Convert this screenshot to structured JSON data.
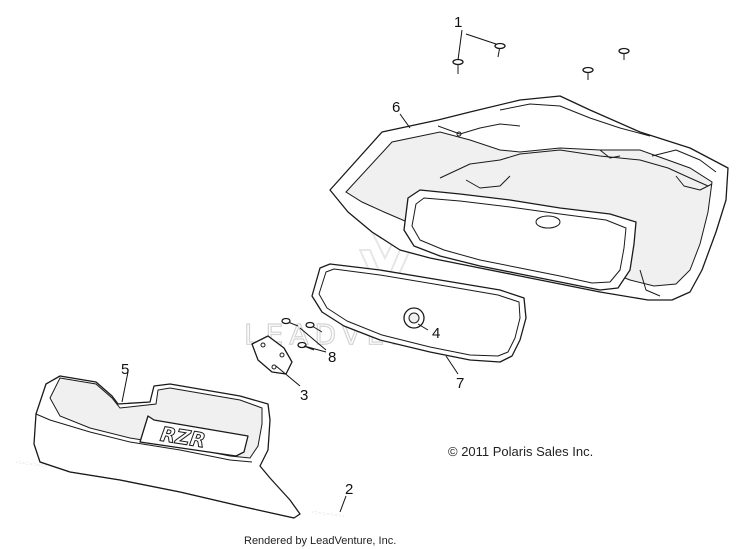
{
  "diagram": {
    "callouts": [
      {
        "id": "1",
        "label": "1"
      },
      {
        "id": "2",
        "label": "2"
      },
      {
        "id": "3",
        "label": "3"
      },
      {
        "id": "4",
        "label": "4"
      },
      {
        "id": "5",
        "label": "5"
      },
      {
        "id": "6",
        "label": "6"
      },
      {
        "id": "7",
        "label": "7"
      },
      {
        "id": "8",
        "label": "8"
      }
    ],
    "logo_text": "RZR",
    "watermark_text": "LEADVENTURE",
    "copyright": "© 2011 Polaris Sales Inc.",
    "rendered_by": "Rendered by LeadVenture, Inc."
  }
}
